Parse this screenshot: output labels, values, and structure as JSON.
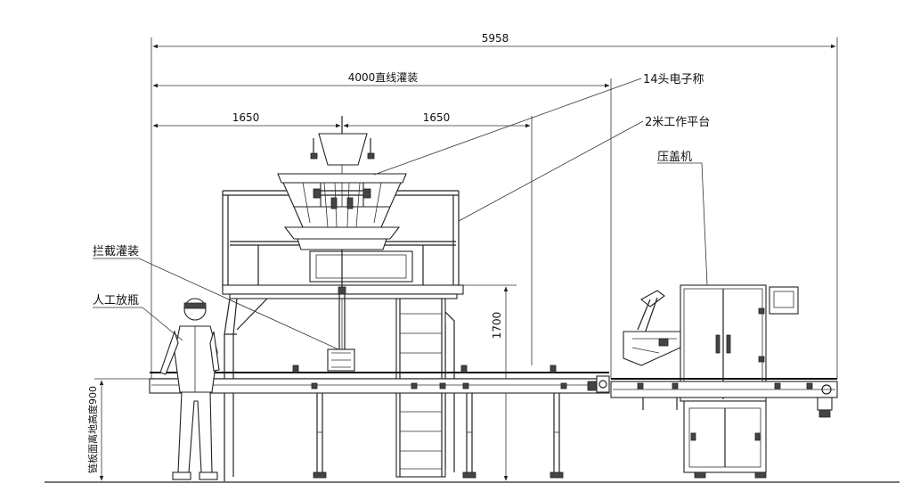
{
  "dimensions": {
    "total_length": "5958",
    "filling_length": "4000直线灌装",
    "left_span": "1650",
    "right_span": "1650",
    "platform_height": "1700",
    "chain_height": "链板面离地高度900"
  },
  "callouts": {
    "weigher": "14头电子称",
    "platform": "2米工作平台",
    "capper": "压盖机",
    "stop_filler": "拦截灌装",
    "manual_bottle": "人工放瓶"
  },
  "colors": {
    "line": "#222222",
    "background": "#ffffff"
  }
}
